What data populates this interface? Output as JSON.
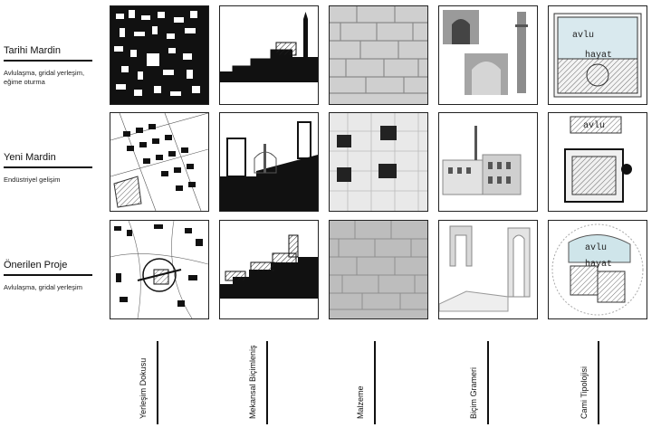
{
  "rows": [
    {
      "title": "Tarihi Mardin",
      "subtitle": "Avlulaşma, gridal yerleşim, eğime oturma"
    },
    {
      "title": "Yeni Mardin",
      "subtitle": "Endüstriyel gelişim"
    },
    {
      "title": "Önerilen Proje",
      "subtitle": "Avlulaşma, gridal yerleşim"
    }
  ],
  "columns": [
    {
      "label": "Yerleşim Dokusu"
    },
    {
      "label": "Mekansal Biçimleniş"
    },
    {
      "label": "Malzeme"
    },
    {
      "label": "Biçim Grameri"
    },
    {
      "label": "Cami Tipolojisi"
    }
  ],
  "plan_labels": {
    "courtyard": "avlu",
    "court": "hayat"
  },
  "colors": {
    "ink": "#111111",
    "sky": "#cfe5ea",
    "stone": "#d8d8d8"
  }
}
